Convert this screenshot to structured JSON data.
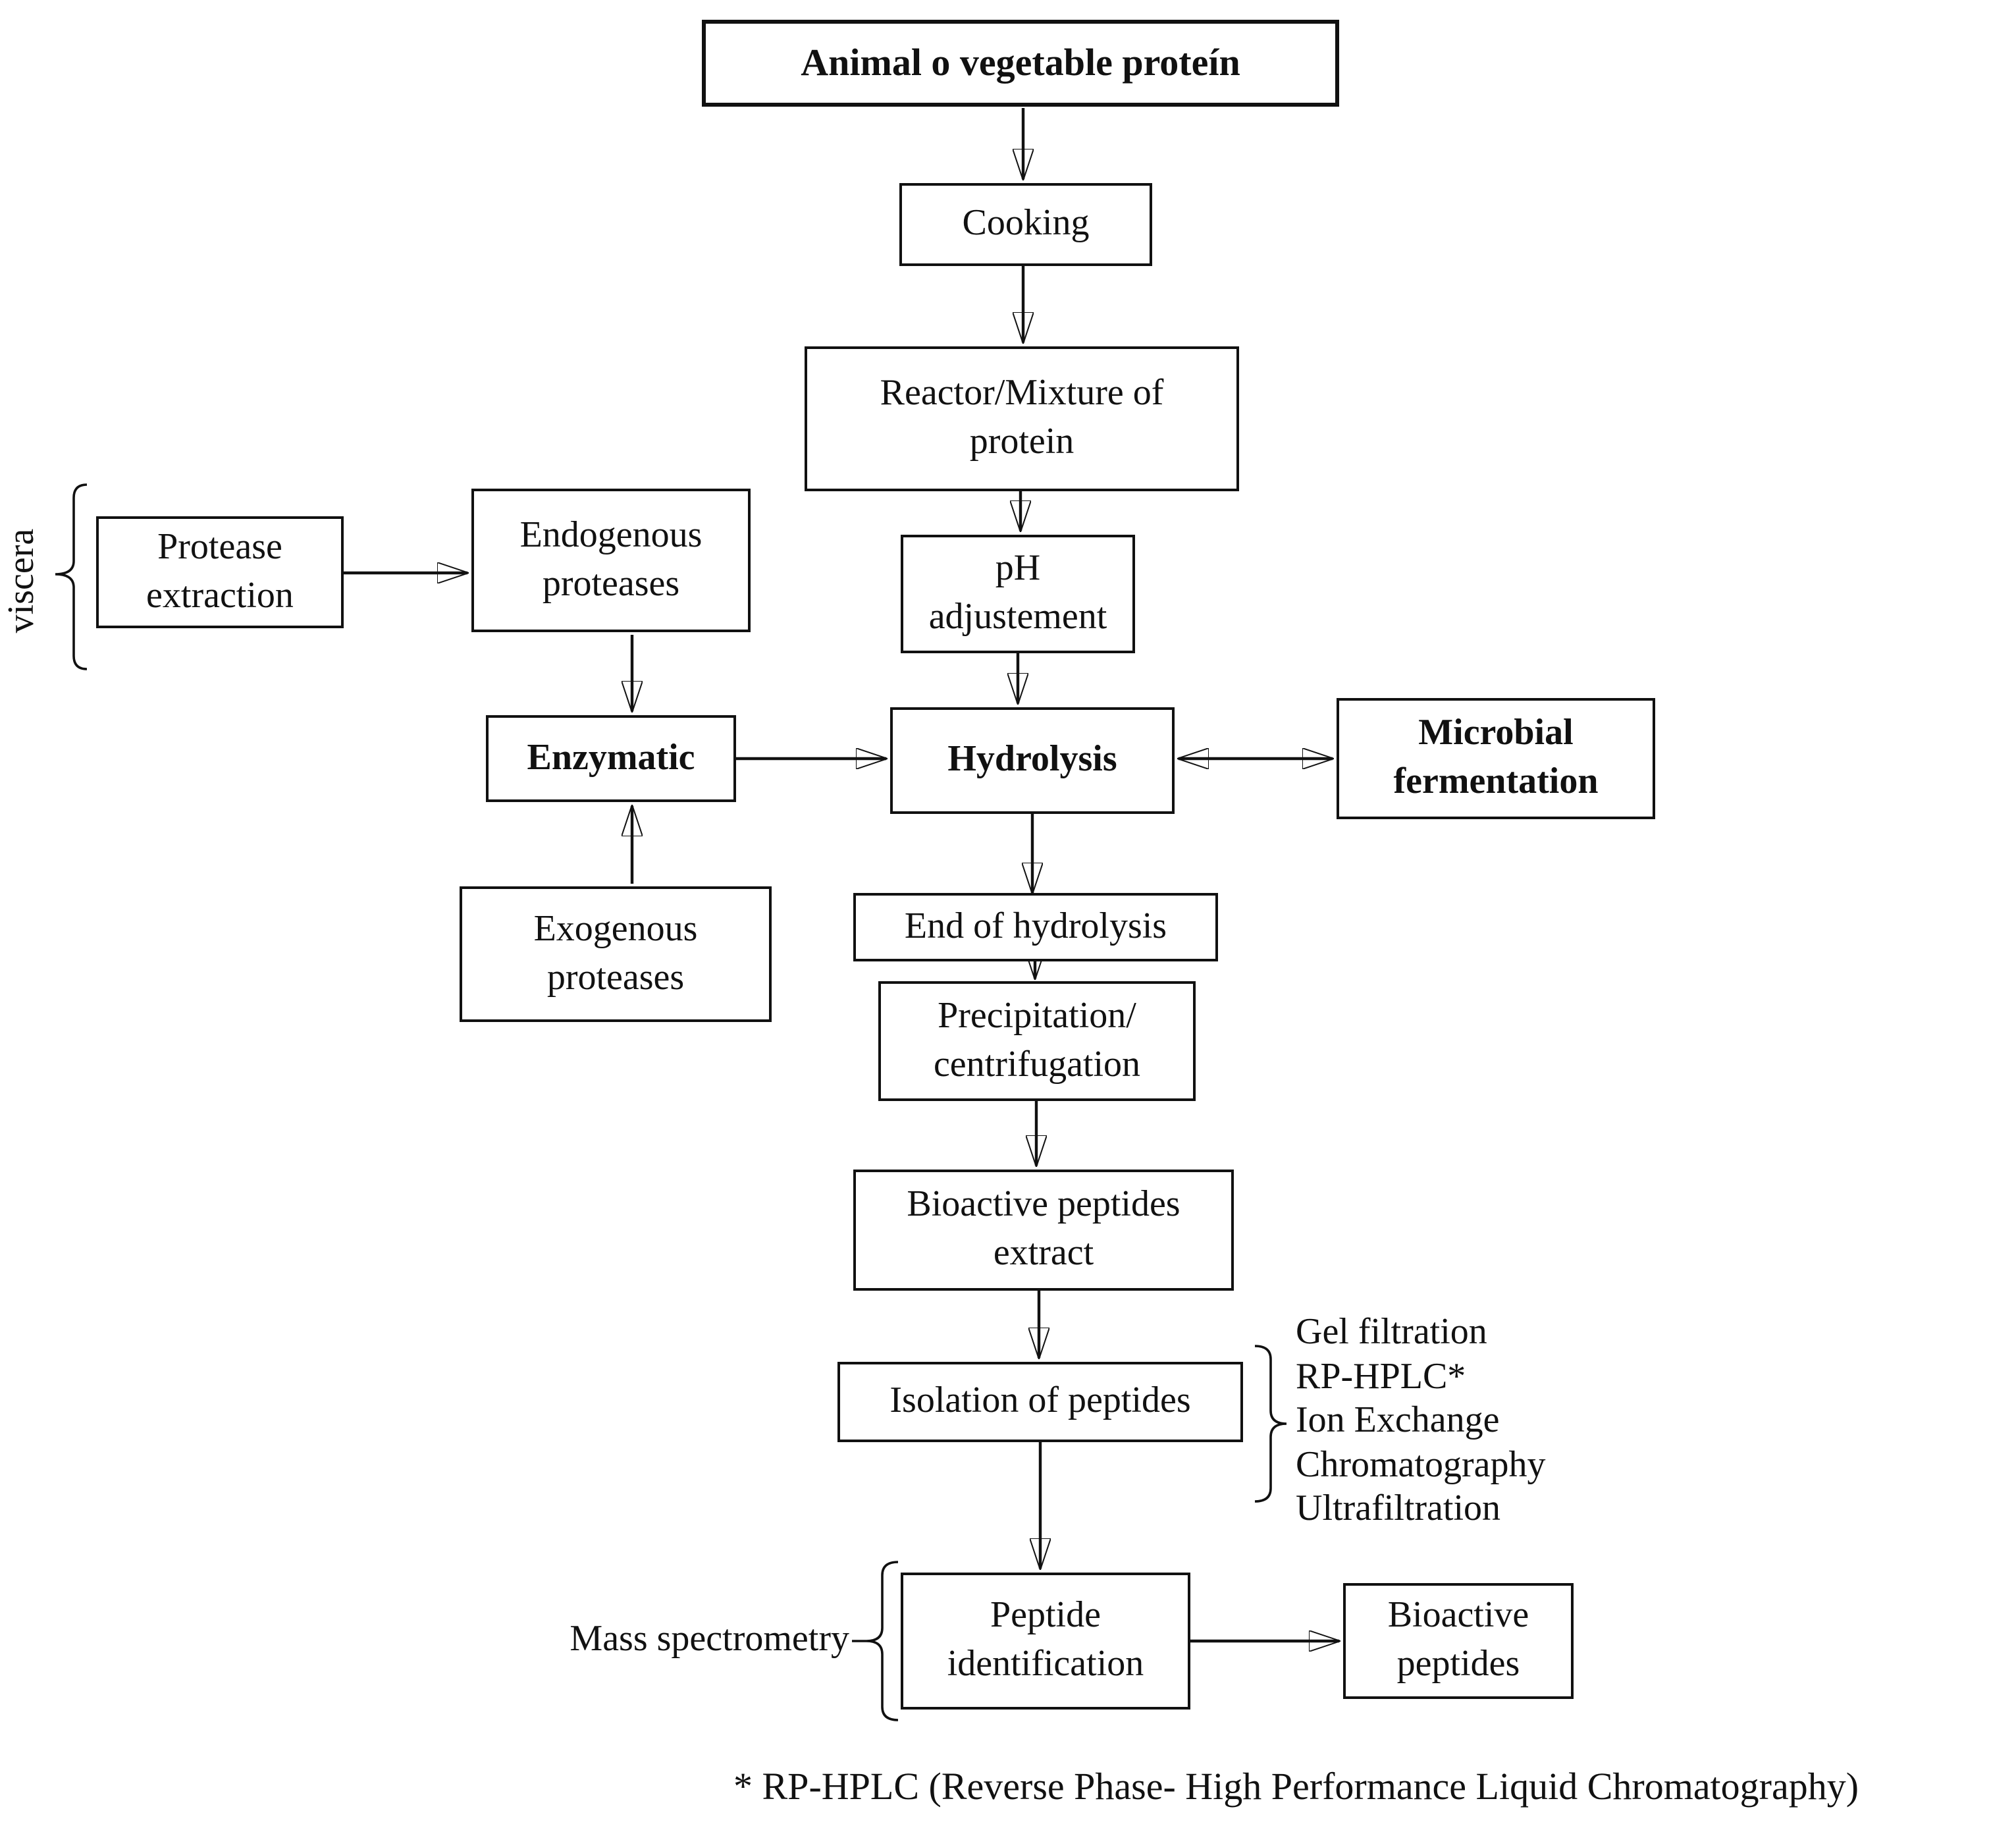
{
  "figure": {
    "background": "#ffffff",
    "ink_color": "#111111"
  },
  "boxes": {
    "animal": "Animal o vegetable proteín",
    "cooking": "Cooking",
    "reactor": "Reactor/Mixture of\nprotein",
    "ph": "pH\nadjustement",
    "protease": "Protease\nextraction",
    "endogenous": "Endogenous\nproteases",
    "enzymatic": "Enzymatic",
    "exogenous": "Exogenous\nproteases",
    "hydrolysis": "Hydrolysis",
    "microbial": "Microbial\nfermentation",
    "end_hydrolysis": "End of hydrolysis",
    "precipitation": "Precipitation/\ncentrifugation",
    "bioactive_extract": "Bioactive peptides\nextract",
    "isolation": "Isolation of peptides",
    "peptide_id": "Peptide\nidentification",
    "bioactive": "Bioactive\npeptides"
  },
  "labels": {
    "viscera": "viscera",
    "mass_spectrometry": "Mass spectrometry",
    "footnote": "* RP-HPLC (Reverse Phase- High Performance Liquid Chromatography)"
  },
  "isolation_methods": [
    "Gel filtration",
    "RP-HPLC*",
    "Ion Exchange",
    "Chromatography",
    "Ultrafiltration"
  ]
}
